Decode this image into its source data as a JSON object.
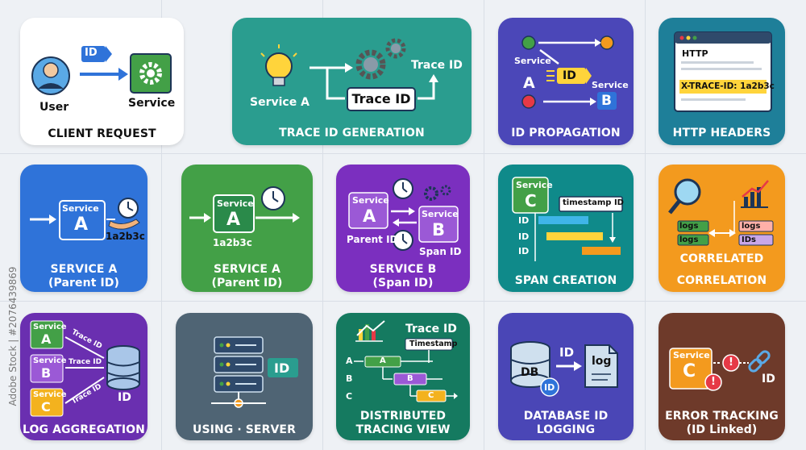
{
  "tiles": {
    "client_request": {
      "caption": "CLIENT REQUEST",
      "user": "User",
      "service": "Service",
      "tag": "ID"
    },
    "trace_id_generation": {
      "caption": "TRACE ID GENERATION",
      "service": "Service A",
      "trace_box": "Trace ID",
      "trace_out": "Trace ID"
    },
    "id_propagation": {
      "caption": "ID PROPAGATION",
      "service_left": "Service",
      "letter_a": "A",
      "tag": "ID",
      "service_right": "Service",
      "letter_b": "B"
    },
    "http_headers": {
      "caption": "HTTP HEADERS",
      "http": "HTTP",
      "header": "X-TRACE-ID: 1a2b3c"
    },
    "service_a_blue": {
      "caption_line1": "SERVICE A",
      "caption_line2": "(Parent ID)",
      "service": "Service",
      "letter": "A",
      "id_value": "1a2b3c"
    },
    "service_a_green": {
      "caption_line1": "SERVICE A",
      "caption_line2": "(Parent ID)",
      "service": "Service",
      "letter": "A",
      "id_value": "1a2b3c"
    },
    "service_b": {
      "caption_line1": "SERVICE B",
      "caption_line2": "(Span ID)",
      "service_a": "Service",
      "letter_a": "A",
      "service_b": "Service",
      "letter_b": "B",
      "parent_id": "Parent ID",
      "span_id": "Span ID"
    },
    "span_creation": {
      "caption": "SPAN CREATION",
      "service": "Service",
      "letter": "C",
      "timestamp_id": "timestamp ID",
      "rows": [
        "ID",
        "ID",
        "ID"
      ]
    },
    "correlation": {
      "caption_line1": "CORRELATED",
      "caption_line2": "CORRELATION",
      "logs": [
        "logs",
        "logs"
      ],
      "logs_right": "logs",
      "ids_right": "IDs"
    },
    "log_aggregation": {
      "caption": "LOG AGGREGATION",
      "service": "Service",
      "letters": [
        "A",
        "B",
        "C"
      ],
      "arrows": [
        "Trace ID",
        "Trace ID",
        "Trace ID"
      ],
      "db_label": "ID"
    },
    "using_server": {
      "caption": "USING · SERVER",
      "tag": "ID"
    },
    "distributed_tracing": {
      "caption_line1": "DISTRIBUTED",
      "caption_line2": "TRACING VIEW",
      "title": "Trace ID",
      "timestamp": "Timestamp",
      "rows": [
        "A",
        "B",
        "C"
      ]
    },
    "database_logging": {
      "caption_line1": "DATABASE ID",
      "caption_line2": "LOGGING",
      "db": "DB",
      "db_badge": "ID",
      "id": "ID",
      "log": "log"
    },
    "error_tracking": {
      "caption_line1": "ERROR TRACKING",
      "caption_line2": "(ID Linked)",
      "service": "Service",
      "letter": "C",
      "id": "ID"
    }
  },
  "watermark": "Adobe Stock | #2076439869",
  "colors": {
    "teal": "#2a9d8f",
    "indigo": "#4b47b8",
    "petrol": "#1e7f99",
    "blue": "#2f73d9",
    "green": "#43a047",
    "purple": "#7b2fbf",
    "teal2": "#0f8a8a",
    "orange": "#f39a1e",
    "purple2": "#6a2fb0",
    "slate": "#4f6474",
    "forest": "#157a60",
    "indigo2": "#4a46b6",
    "brown": "#6e3a2a"
  }
}
